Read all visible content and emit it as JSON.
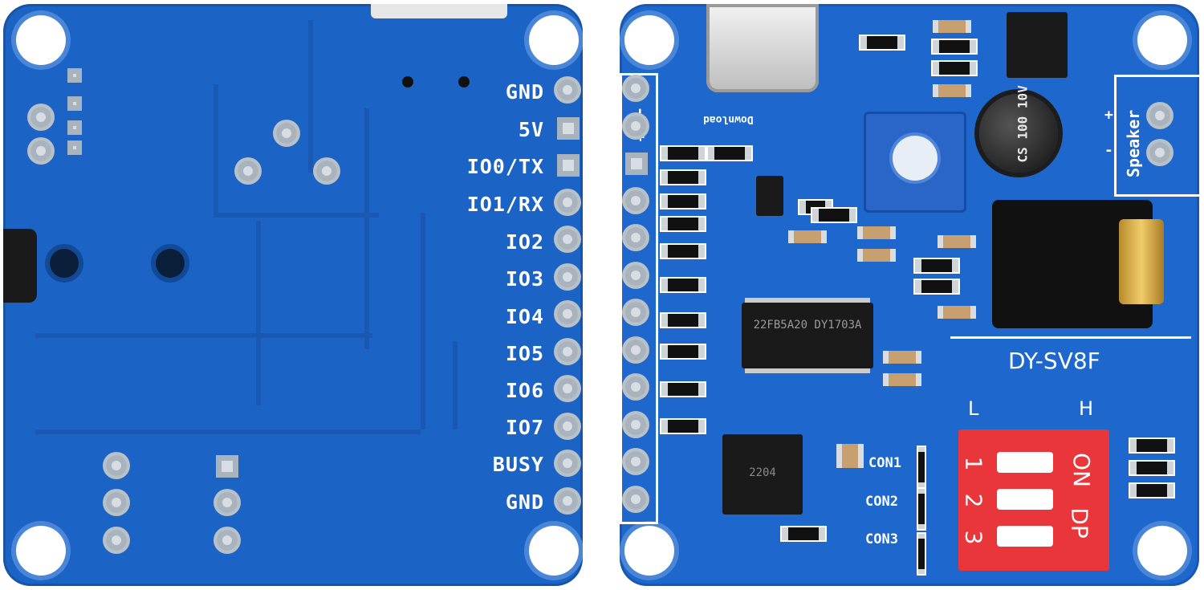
{
  "back_board": {
    "pin_labels": [
      "GND",
      "5V",
      "IO0/TX",
      "IO1/RX",
      "IO2",
      "IO3",
      "IO4",
      "IO5",
      "IO6",
      "IO7",
      "BUSY",
      "GND"
    ]
  },
  "front_board": {
    "model": "DY-SV8F",
    "speaker_label": "Speaker",
    "power_label": "-5U+",
    "download_label": "Download",
    "capacitor_text": "CS 100 10V",
    "main_chip_text": "22FB5A20 DY1703A",
    "flash_chip_text": "2204",
    "con_labels": [
      "CON1",
      "CON2",
      "CON3"
    ],
    "dip_labels": {
      "low": "L",
      "high": "H",
      "on": "ON",
      "dp": "DP"
    },
    "dip_numbers": [
      "1",
      "2",
      "3"
    ]
  },
  "colors": {
    "pcb": "#1b63c4",
    "silkscreen": "#ffffff",
    "dip_switch": "#e8363a"
  }
}
